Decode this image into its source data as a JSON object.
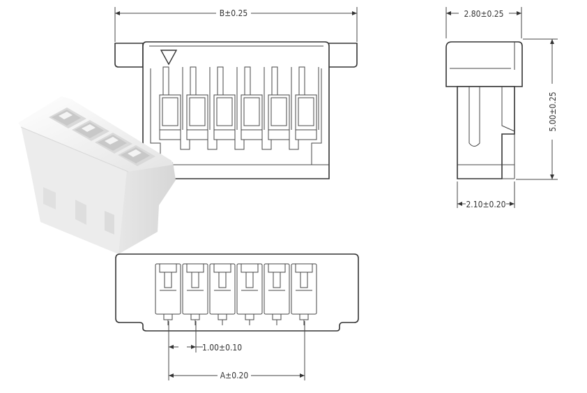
{
  "drawing": {
    "dimensions": {
      "width_b": "B±0.25",
      "side_width": "2.80±0.25",
      "side_height": "5.00±0.25",
      "side_base_width": "2.10±0.20",
      "pitch": "1.00±0.10",
      "pin_span_a": "A±0.20"
    },
    "colors": {
      "line": "#333333",
      "part_body": "#f2f2f2"
    },
    "icons": [
      "arrow-down-triangle-icon"
    ]
  }
}
